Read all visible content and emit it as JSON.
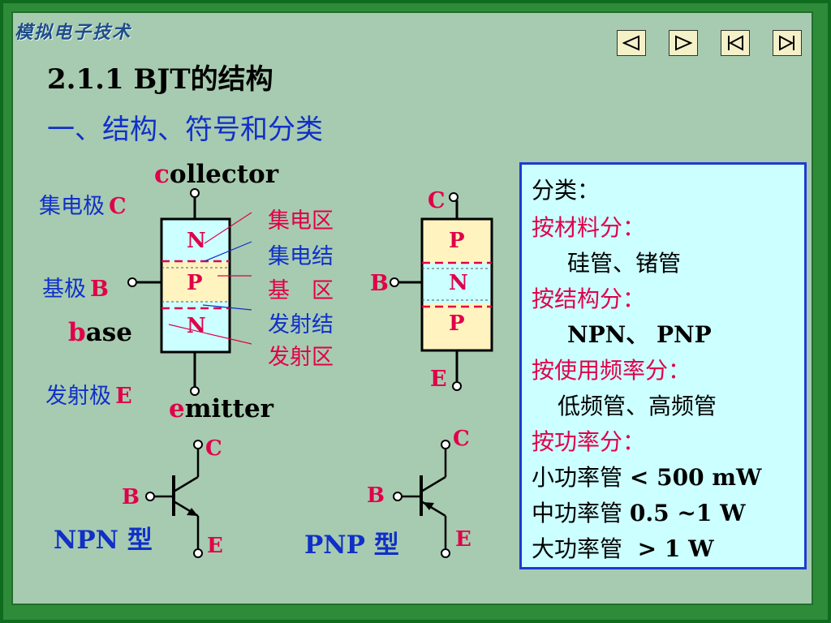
{
  "brand": "模拟电子技术",
  "nav": [
    "prev-icon",
    "next-icon",
    "first-icon",
    "last-icon"
  ],
  "title": "2.1.1  BJT的结构",
  "subtitle": "一、结构、符号和分类",
  "npn_struct": {
    "collector_initial": "c",
    "collector_rest": "ollector",
    "base_initial": "b",
    "base_rest": "ase",
    "emitter_initial": "e",
    "emitter_rest": "mitter",
    "collector_cn": "集电极",
    "collector_letter": "C",
    "base_cn": "基极",
    "base_letter": "B",
    "emitter_cn": "发射极",
    "emitter_letter": "E",
    "layers": [
      "N",
      "P",
      "N"
    ],
    "region_labels": [
      "集电区",
      "集电结",
      "基　区",
      "发射结",
      "发射区"
    ]
  },
  "pnp_struct": {
    "c": "C",
    "b": "B",
    "e": "E",
    "layers": [
      "P",
      "N",
      "P"
    ]
  },
  "npn_symbol": {
    "c": "C",
    "b": "B",
    "e": "E",
    "label": "NPN 型"
  },
  "pnp_symbol": {
    "c": "C",
    "b": "B",
    "e": "E",
    "label": "PNP 型"
  },
  "classification": {
    "heading": "分类：",
    "by_material": "按材料分：",
    "material_values": "硅管、锗管",
    "by_structure": "按结构分：",
    "structure_values": "NPN、 PNP",
    "by_frequency": "按使用频率分：",
    "frequency_values": "低频管、高频管",
    "by_power": "按功率分：",
    "power_small_cn": "小功率管",
    "power_small_val": "< 500 mW",
    "power_mid_cn": "中功率管",
    "power_mid_val": "0.5 ~1 W",
    "power_large_cn": "大功率管",
    "power_large_val": " > 1 W"
  },
  "colors": {
    "bg": "#a7cbb0",
    "blue": "#1030c8",
    "red": "#e0004a",
    "panel": "#ccffff",
    "layer": "#ccffff",
    "base": "#fff3c0"
  }
}
